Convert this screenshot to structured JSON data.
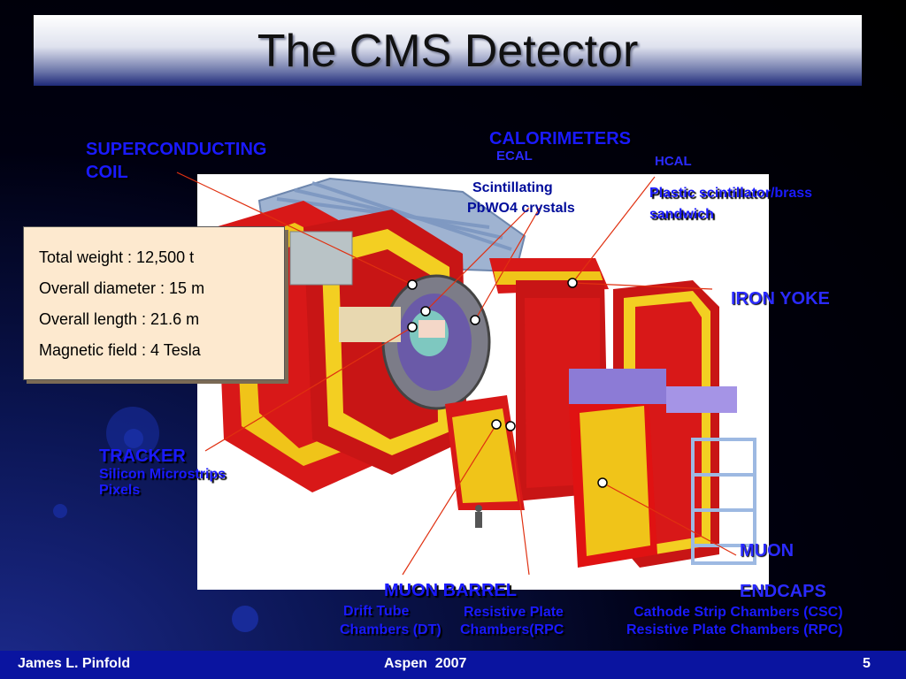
{
  "slide": {
    "title": "The CMS Detector"
  },
  "labels": {
    "coil_line1": "SUPERCONDUCTING",
    "coil_line2": "COIL",
    "calorimeters": "CALORIMETERS",
    "ecal": "ECAL",
    "hcal": "HCAL",
    "ecal_desc1": "Scintillating",
    "ecal_desc2": "PbWO4 crystals",
    "hcal_desc1": "Plastic scintillator/brass",
    "hcal_desc2": "sandwich",
    "iron_yoke": "IRON YOKE",
    "tracker": "TRACKER",
    "tracker_desc1": "Silicon Microstrips",
    "tracker_desc2": "Pixels",
    "muon_endcaps1": "MUON",
    "muon_endcaps2": "ENDCAPS",
    "muon_barrel": "MUON BARREL",
    "dt1": "Drift Tube",
    "dt2": "Chambers (DT)",
    "rpc1": "Resistive Plate",
    "rpc2": "Chambers(RPC",
    "csc1": "Cathode Strip Chambers (CSC)",
    "csc2": "Resistive Plate Chambers (RPC)"
  },
  "specs": [
    "Total weight : 12,500 t",
    "Overall diameter : 15 m",
    "Overall length : 21.6 m",
    "Magnetic field : 4 Tesla"
  ],
  "footer": {
    "author": "James L. Pinfold",
    "event": "Aspen  2007",
    "page": "5"
  },
  "colors": {
    "label_blue": "#1a1aff",
    "detector_red": "#e01010",
    "detector_yellow": "#f5d21a",
    "footer_bar": "#0a14a0"
  }
}
